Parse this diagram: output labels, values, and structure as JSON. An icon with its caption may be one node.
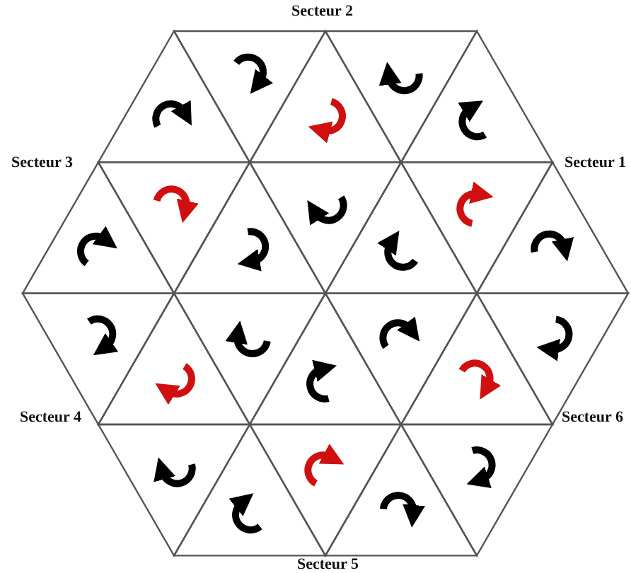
{
  "diagram": {
    "labels": [
      "Secteur 2",
      "Secteur 3",
      "Secteur 1",
      "Secteur 4",
      "Secteur 6",
      "Secteur 5"
    ]
  }
}
